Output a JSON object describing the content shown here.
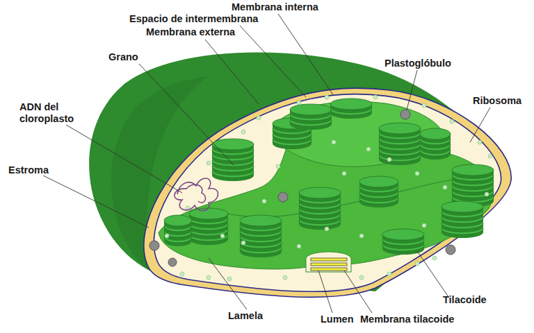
{
  "diagram": {
    "labels": [
      "Membrana interna",
      "Espacio de intermembrana",
      "Membrana externa",
      "Grano",
      "Plastoglóbulo",
      "Ribosoma",
      "ADN del cloroplasto",
      "Estroma",
      "Lamela",
      "Lumen",
      "Membrana tilacoide",
      "Tilacoide"
    ]
  }
}
